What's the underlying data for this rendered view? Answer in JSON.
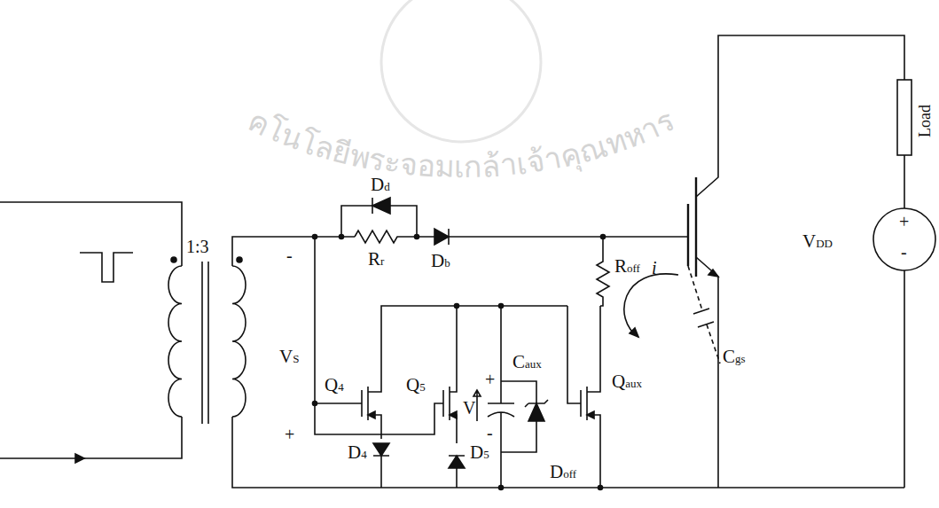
{
  "diagram": {
    "labels": [
      "1:3",
      "-",
      "+",
      "VS",
      "Dd",
      "Rr",
      "Db",
      "Roff",
      "i",
      "Cgs",
      "Q4",
      "Q5",
      "Caux",
      "+",
      "-",
      "Qaux",
      "V",
      "D4",
      "D5",
      "Doff",
      "Load",
      "VDD",
      "+",
      "-",
      "คโนโลยีพระจอมเกล้าเจ้าคุณทหาร"
    ]
  }
}
